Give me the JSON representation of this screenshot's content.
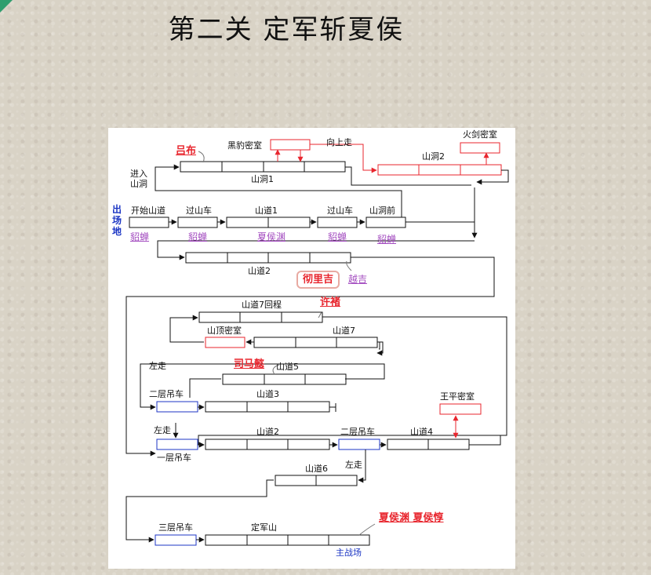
{
  "slide": {
    "title": "第二关 定军斩夏侯"
  },
  "colors": {
    "line": "#111111",
    "red": "#e8262e",
    "blue": "#1c36c4",
    "purple": "#a44ec0"
  },
  "labels": {
    "start": "出场地",
    "lvbu": "吕布",
    "heibao": "黑豹密室",
    "up": "向上走",
    "huojian": "火剑密室",
    "enter_cave": "进入 山洞",
    "cave1": "山洞1",
    "cave2": "山洞2",
    "start_road": "开始山道",
    "car1": "过山车",
    "road1": "山道1",
    "car2": "过山车",
    "cave_front": "山洞前",
    "diao1": "貂蝉",
    "diao2": "貂蝉",
    "xiahouyuan1": "夏侯渊",
    "diao3": "貂蝉",
    "diao4": "貂蝉",
    "road2_top": "山道2",
    "bili": "彻里吉",
    "yueji": "越吉",
    "road7_back": "山道7回程",
    "xuchu": "许褚",
    "summit": "山顶密室",
    "road7": "山道7",
    "left_walk1": "左走",
    "simayi": "司马懿",
    "road5": "山道5",
    "cable2_a": "二层吊车",
    "road3": "山道3",
    "wangping": "王平密室",
    "left_walk2": "左走",
    "road2_mid": "山道2",
    "cable2_b": "二层吊车",
    "road4": "山道4",
    "cable1": "一层吊车",
    "left_walk3": "左走",
    "road6": "山道6",
    "cable3": "三层吊车",
    "dingjun": "定军山",
    "bosses": "夏侯渊 夏侯惇",
    "battlefield": "主战场"
  }
}
